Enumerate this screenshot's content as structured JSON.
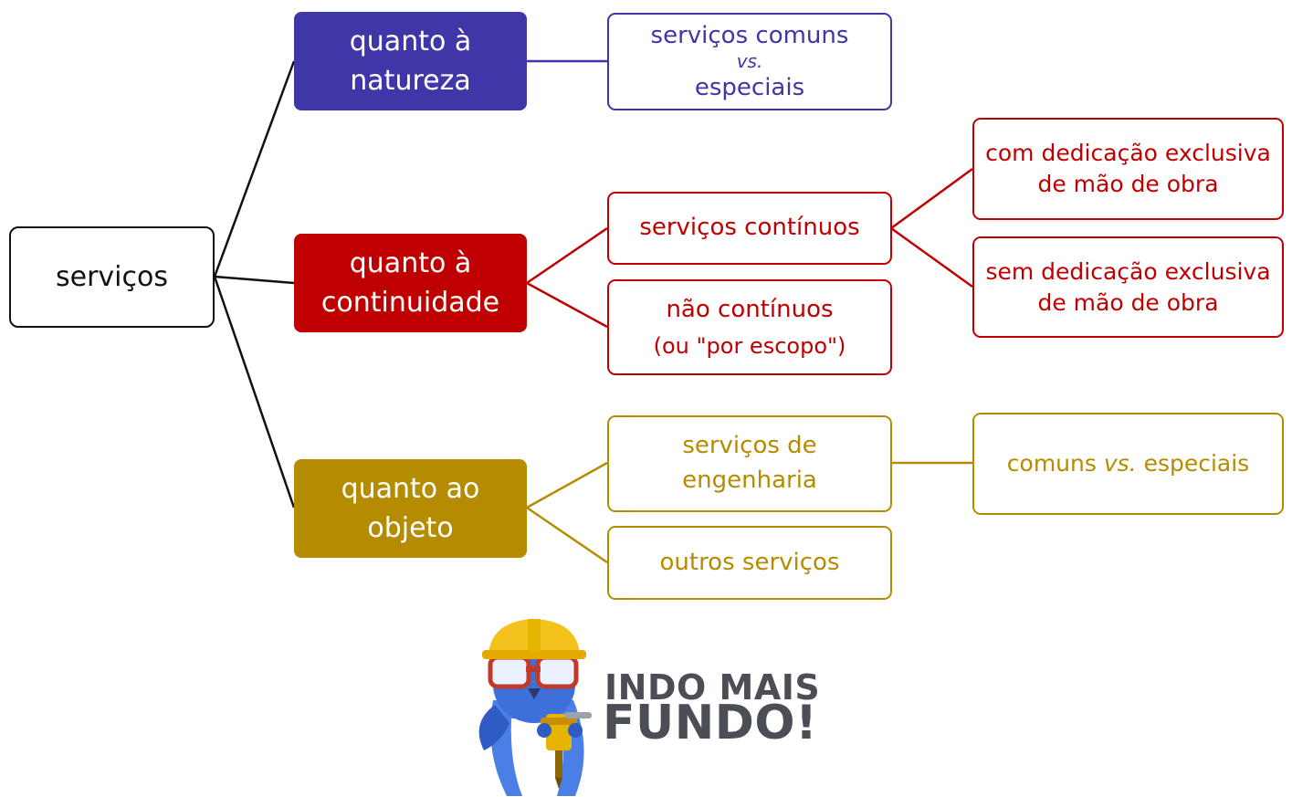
{
  "root": {
    "label": "serviços"
  },
  "natureza": {
    "label_lines": [
      "quanto à",
      "natureza"
    ],
    "leaf": {
      "line1": "serviços comuns",
      "line2": "vs.",
      "line3": "especiais"
    }
  },
  "continuidade": {
    "label_lines": [
      "quanto à",
      "continuidade"
    ],
    "continuos": {
      "label": "serviços contínuos"
    },
    "nao_continuos": {
      "line1": "não contínuos",
      "line2": "(ou \"por escopo\")"
    },
    "com_dedicacao": {
      "line1": "com dedicação exclusiva",
      "line2": "de mão de obra"
    },
    "sem_dedicacao": {
      "line1": "sem dedicação exclusiva",
      "line2": "de mão de obra"
    }
  },
  "objeto": {
    "label_lines": [
      "quanto ao",
      "objeto"
    ],
    "engenharia": {
      "line1": "serviços de",
      "line2": "engenharia"
    },
    "outros": {
      "label": "outros serviços"
    },
    "comuns_especiais": {
      "before": "comuns ",
      "italic": "vs.",
      "after": " especiais"
    }
  },
  "logo": {
    "line1": "INDO MAIS",
    "line2": "FUNDO!"
  },
  "colors": {
    "purple": "#3f36a8",
    "red": "#c00000",
    "gold": "#b58c00",
    "black": "#111111"
  }
}
